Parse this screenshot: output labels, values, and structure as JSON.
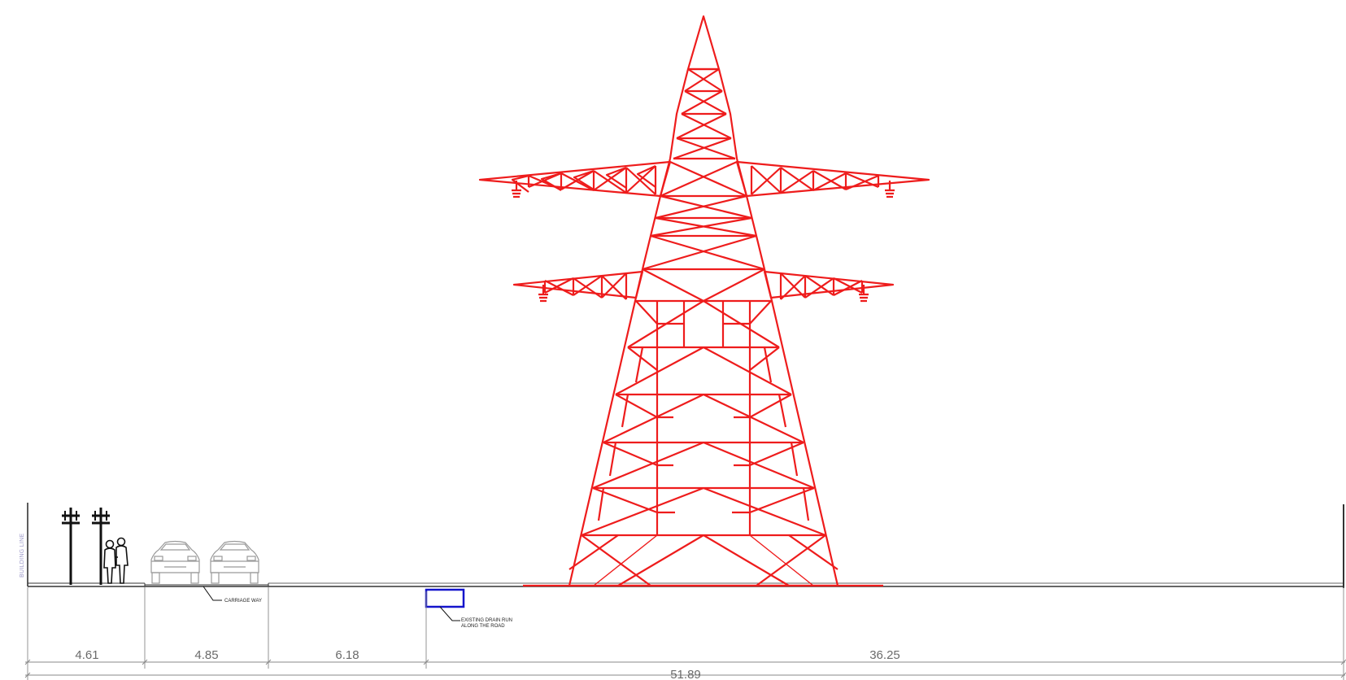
{
  "labels": {
    "building_line": "BUILDING LINE",
    "carriage_way": "CARRIAGE WAY",
    "drain_line1": "EXISTING DRAIN RUN",
    "drain_line2": "ALONG THE ROAD"
  },
  "dimensions": {
    "seg1": "4.61",
    "seg2": "4.85",
    "seg3": "6.18",
    "seg4": "36.25",
    "total": "51.89"
  },
  "colors": {
    "tower": "#ee1c1c",
    "drain": "#1414cc",
    "ground": "#333333",
    "dim": "#888888",
    "car": "#9a9a9a"
  },
  "icons": [
    "tower-icon",
    "street-pole-icon",
    "pedestrians-icon",
    "car-icon",
    "drain-icon"
  ]
}
